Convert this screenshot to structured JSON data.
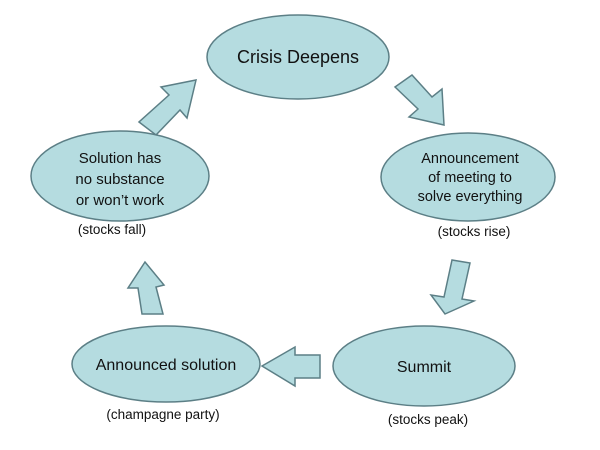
{
  "diagram": {
    "type": "cycle",
    "colors": {
      "fill": "#b5dce0",
      "stroke": "#5c7f86",
      "text": "#111111"
    },
    "nodes": [
      {
        "id": "crisis",
        "lines": [
          "Crisis Deepens"
        ],
        "caption": ""
      },
      {
        "id": "announcement",
        "lines": [
          "Announcement",
          "of meeting to",
          "solve everything"
        ],
        "caption": "(stocks rise)"
      },
      {
        "id": "summit",
        "lines": [
          "Summit"
        ],
        "caption": "(stocks peak)"
      },
      {
        "id": "solution",
        "lines": [
          "Announced solution"
        ],
        "caption": "(champagne party)"
      },
      {
        "id": "no-substance",
        "lines": [
          "Solution has",
          "no substance",
          "or won’t work"
        ],
        "caption": "(stocks fall)"
      }
    ],
    "edges": [
      {
        "from": "crisis",
        "to": "announcement"
      },
      {
        "from": "announcement",
        "to": "summit"
      },
      {
        "from": "summit",
        "to": "solution"
      },
      {
        "from": "solution",
        "to": "no-substance"
      },
      {
        "from": "no-substance",
        "to": "crisis"
      }
    ]
  }
}
